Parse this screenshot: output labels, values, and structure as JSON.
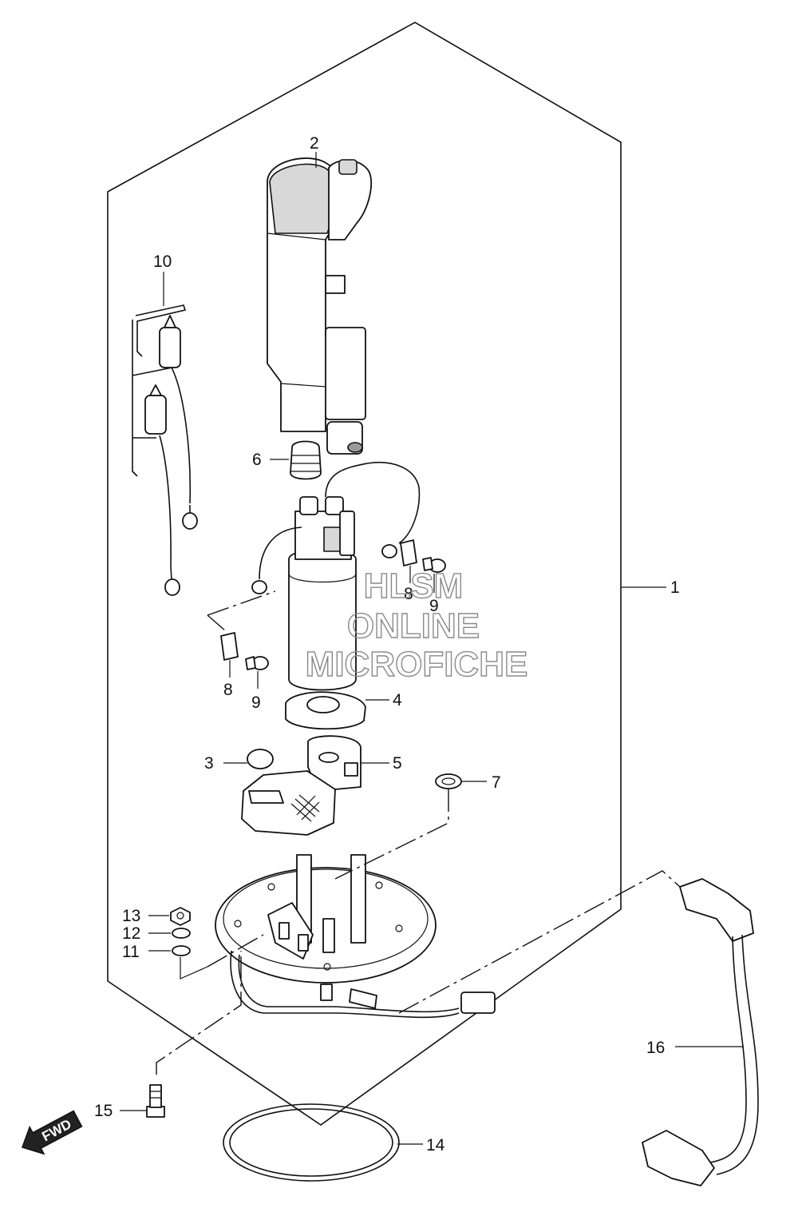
{
  "watermark": {
    "line1": "HLSM",
    "line2": "ONLINE",
    "line3": "MICROFICHE"
  },
  "fwd_badge": "FWD",
  "callouts": [
    {
      "id": "c1",
      "text": "1"
    },
    {
      "id": "c2",
      "text": "2"
    },
    {
      "id": "c3",
      "text": "3"
    },
    {
      "id": "c4",
      "text": "4"
    },
    {
      "id": "c5",
      "text": "5"
    },
    {
      "id": "c6",
      "text": "6"
    },
    {
      "id": "c7",
      "text": "7"
    },
    {
      "id": "c8a",
      "text": "8"
    },
    {
      "id": "c8b",
      "text": "8"
    },
    {
      "id": "c9a",
      "text": "9"
    },
    {
      "id": "c9b",
      "text": "9"
    },
    {
      "id": "c10",
      "text": "10"
    },
    {
      "id": "c11",
      "text": "11"
    },
    {
      "id": "c12",
      "text": "12"
    },
    {
      "id": "c13",
      "text": "13"
    },
    {
      "id": "c14",
      "text": "14"
    },
    {
      "id": "c15",
      "text": "15"
    },
    {
      "id": "c16",
      "text": "16"
    }
  ]
}
